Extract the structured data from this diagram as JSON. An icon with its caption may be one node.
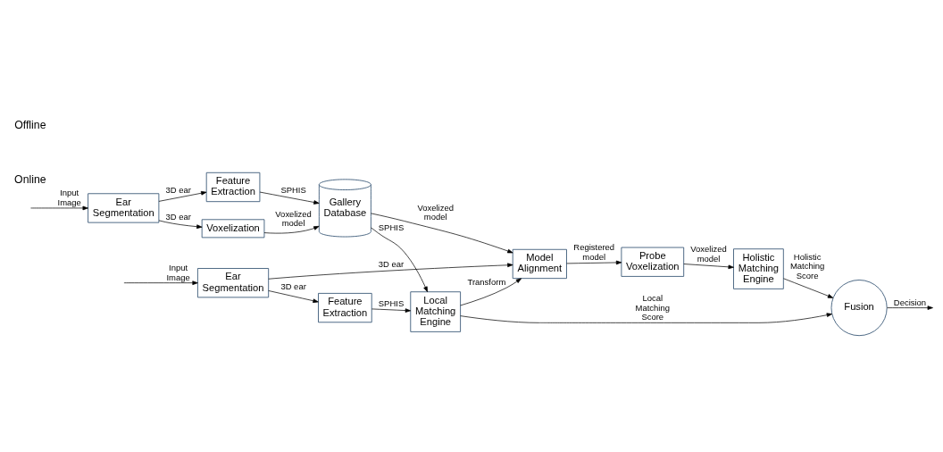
{
  "diagram": {
    "nodes": [
      {
        "text": [
          "Ear Segmentation"
        ]
      },
      {
        "text": [
          "Feature Extraction"
        ]
      },
      {
        "text": [
          "Voxelization"
        ]
      },
      {
        "text": [
          "Gallery Database"
        ]
      },
      {
        "text": [
          "Ear Segmentation"
        ]
      },
      {
        "text": [
          "Feature Extraction"
        ]
      },
      {
        "text": [
          "Local Matching Engine"
        ]
      },
      {
        "text": [
          "Model Alignment"
        ]
      },
      {
        "text": [
          "Probe Voxelization"
        ]
      },
      {
        "text": [
          "Holistic Matching Engine"
        ]
      },
      {
        "text": [
          "Fusion"
        ]
      }
    ],
    "edges": [
      {
        "from": null,
        "to": 0,
        "arrow": "to",
        "label": "Input Image"
      },
      {
        "from": 0,
        "to": 1,
        "arrow": "to",
        "label": "3D ear"
      },
      {
        "from": 1,
        "to": 3,
        "arrow": "to",
        "label": "SPHIS"
      },
      {
        "from": 0,
        "to": 2,
        "arrow": "to",
        "label": "3D ear"
      },
      {
        "from": 2,
        "to": 3,
        "arrow": "to",
        "label": "Voxelized model"
      },
      {
        "from": 3,
        "to": 6,
        "arrow": "to",
        "label": "SPHIS"
      },
      {
        "from": 3,
        "to": 7,
        "arrow": "to",
        "label": "Voxelized model"
      },
      {
        "from": null,
        "to": 4,
        "arrow": "to",
        "label": "Input Image"
      },
      {
        "from": 4,
        "to": 5,
        "arrow": "to",
        "label": "3D ear"
      },
      {
        "from": 5,
        "to": 6,
        "arrow": "to",
        "label": "SPHIS"
      },
      {
        "from": 6,
        "to": 10,
        "arrow": "to",
        "label": "Local Matching Score"
      },
      {
        "from": 6,
        "to": 7,
        "arrow": "to",
        "label": "Transform"
      },
      {
        "from": 4,
        "to": 7,
        "arrow": "to",
        "label": "3D ear"
      },
      {
        "from": 7,
        "to": 8,
        "arrow": "to",
        "label": "Registered model"
      },
      {
        "from": 8,
        "to": 9,
        "arrow": "to",
        "label": "Voxelized model"
      },
      {
        "from": 9,
        "to": 10,
        "arrow": "to",
        "label": "Holistic Matching Score"
      },
      {
        "from": 10,
        "to": null,
        "arrow": "to",
        "label": "Decision"
      }
    ],
    "labels": [
      "Offline",
      "Online"
    ]
  }
}
